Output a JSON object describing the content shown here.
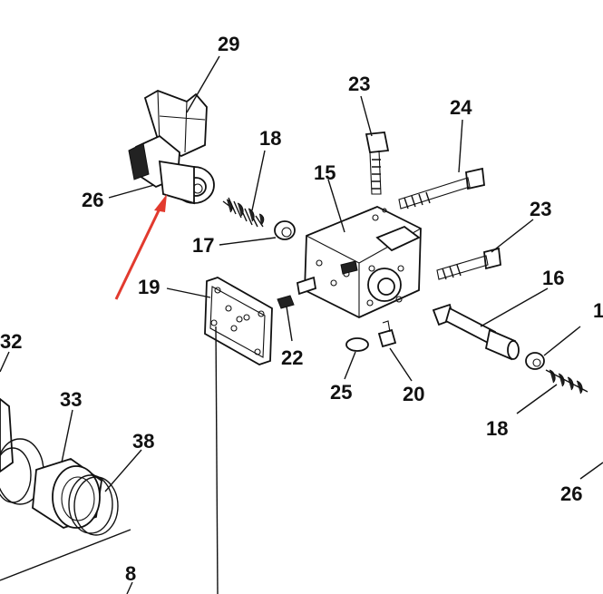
{
  "callouts": [
    "29",
    "23",
    "24",
    "18",
    "15",
    "23",
    "26",
    "17",
    "16",
    "19",
    "22",
    "25",
    "20",
    "18",
    "32",
    "33",
    "38",
    "26",
    "8",
    "1"
  ],
  "colors": {
    "ink": "#111111",
    "arrow": "#e23a2e",
    "paper": "#ffffff"
  }
}
